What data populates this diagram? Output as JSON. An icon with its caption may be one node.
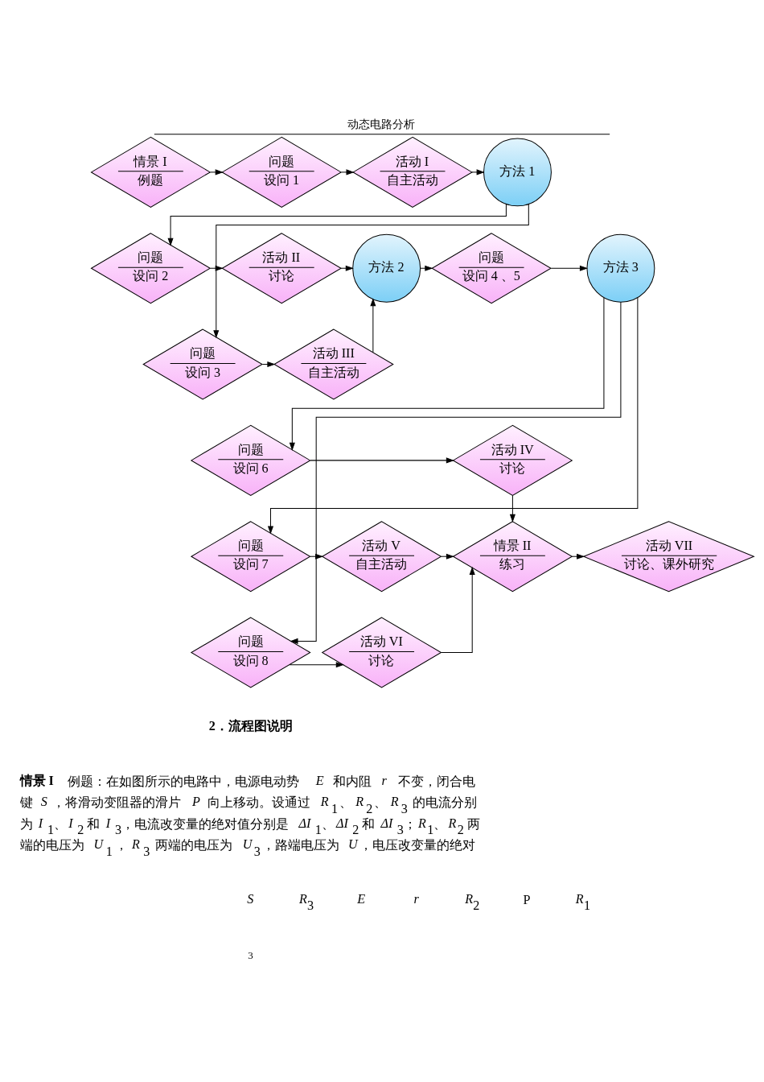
{
  "diagram": {
    "title": "动态电路分析",
    "nodes": [
      {
        "text": [
          "情景 I",
          "例题"
        ]
      },
      {
        "text": [
          "问题",
          "设问 1"
        ]
      },
      {
        "text": [
          "活动 I",
          "自主活动"
        ]
      },
      {
        "text": [
          "方法 1"
        ]
      },
      {
        "text": [
          "问题",
          "设问 2"
        ]
      },
      {
        "text": [
          "活动 II",
          "讨论"
        ]
      },
      {
        "text": [
          "问题",
          "设问 3"
        ]
      },
      {
        "text": [
          "活动 III",
          "自主活动"
        ]
      },
      {
        "text": [
          "方法 2"
        ]
      },
      {
        "text": [
          "问题",
          "设问 4 、5"
        ]
      },
      {
        "text": [
          "方法 3"
        ]
      },
      {
        "text": [
          "问题",
          "设问 6"
        ]
      },
      {
        "text": [
          "活动 IV",
          "讨论"
        ]
      },
      {
        "text": [
          "问题",
          "设问 7"
        ]
      },
      {
        "text": [
          "活动 V",
          "自主活动"
        ]
      },
      {
        "text": [
          "情景 II",
          "练习"
        ]
      },
      {
        "text": [
          "活动 VII",
          "讨论、课外研究"
        ]
      },
      {
        "text": [
          "问题",
          "设问 8"
        ]
      },
      {
        "text": [
          "活动 VI",
          "讨论"
        ]
      }
    ],
    "edges": [
      {
        "from": 0,
        "to": 1,
        "arrow": "to"
      },
      {
        "from": 1,
        "to": 2,
        "arrow": "to"
      },
      {
        "from": 2,
        "to": 3,
        "arrow": "to"
      },
      {
        "from": 3,
        "to": 4,
        "arrow": "to"
      },
      {
        "from": 3,
        "to": 6,
        "arrow": "to"
      },
      {
        "from": 4,
        "to": 5,
        "arrow": "to"
      },
      {
        "from": 6,
        "to": 7,
        "arrow": "to"
      },
      {
        "from": 5,
        "to": 8,
        "arrow": "to"
      },
      {
        "from": 7,
        "to": 8,
        "arrow": "to"
      },
      {
        "from": 8,
        "to": 9,
        "arrow": "to"
      },
      {
        "from": 9,
        "to": 10,
        "arrow": "to"
      },
      {
        "from": 10,
        "to": 11,
        "arrow": "to"
      },
      {
        "from": 10,
        "to": 13,
        "arrow": "to"
      },
      {
        "from": 10,
        "to": 17,
        "arrow": "to"
      },
      {
        "from": 11,
        "to": 12,
        "arrow": "to"
      },
      {
        "from": 13,
        "to": 14,
        "arrow": "to"
      },
      {
        "from": 17,
        "to": 18,
        "arrow": "to"
      },
      {
        "from": 12,
        "to": 15,
        "arrow": "to"
      },
      {
        "from": 14,
        "to": 15,
        "arrow": "to"
      },
      {
        "from": 18,
        "to": 15,
        "arrow": "to"
      },
      {
        "from": 15,
        "to": 16,
        "arrow": "to"
      }
    ],
    "labels": [
      "2．流程图说明",
      "**情景 I** 例题：在如图所示的电路中，电源电动势 *E* 和内阻 *r* 不变，闭合电键 *S*，将滑动变阻器的滑片 *P* 向上移动。设通过 *R*$_{1}$、*R*$_{2}$、*R*$_{3}$ 的电流分别为 *I*$_{1}$、*I*$_{2}$ 和 *I*$_{3}$，电流改变量的绝对值分别是 *ΔI*$_{1}$、*ΔI*$_{2}$ 和 *ΔI*$_{3}$；*R*$_{1}$、*R*$_{2}$ 两端的电压为 *U*$_{1}$，*R*$_{3}$ 两端的电压为 *U*$_{3}$，路端电压为 *U*，电压改变量的绝对",
      "S",
      "*R*$_{3}$",
      "E",
      "r",
      "*R*$_{2}$",
      "P",
      "*R*$_{1}$",
      "3"
    ]
  }
}
